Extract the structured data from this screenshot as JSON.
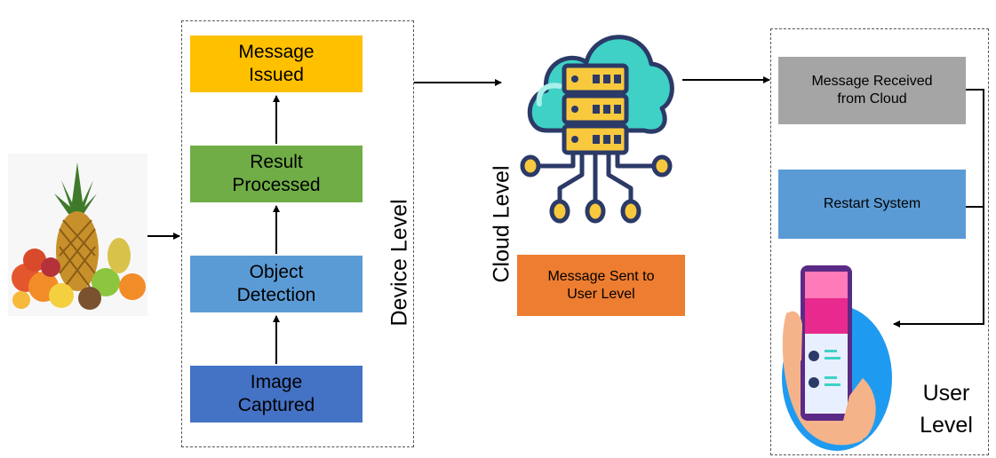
{
  "device": {
    "label": "Device Level",
    "message_issued": "Message\nIssued",
    "result_processed": "Result\nProcessed",
    "object_detection": "Object\nDetection",
    "image_captured": "Image\nCaptured"
  },
  "cloud": {
    "label": "Cloud Level",
    "message_sent": "Message Sent to\nUser Level"
  },
  "user": {
    "label": "User\nLevel",
    "message_received": "Message Received\nfrom Cloud",
    "restart_system": "Restart System"
  },
  "colors": {
    "message_issued": "#FFC000",
    "result_processed": "#70AD47",
    "object_detection": "#5B9BD5",
    "image_captured": "#4472C4",
    "message_sent": "#ED7D31",
    "message_received": "#A5A5A5",
    "restart_system": "#5B9BD5"
  },
  "icons": {
    "fruit": "fruit-basket-image",
    "cloud": "cloud-server-icon",
    "phone": "smartphone-hand-icon"
  }
}
